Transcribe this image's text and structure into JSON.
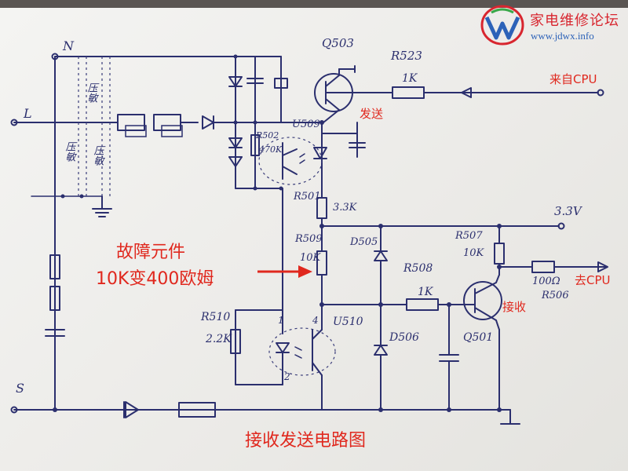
{
  "logo": {
    "site_name": "家电维修论坛",
    "url": "www.jdwx.info"
  },
  "annotations": {
    "from_cpu": "来自CPU",
    "send": "发送",
    "to_cpu": "去CPU",
    "receive": "接收",
    "fault_line1": "故障元件",
    "fault_line2": "10K变400欧姆",
    "caption": "接收发送电路图"
  },
  "labels": {
    "N": "N",
    "L": "L",
    "S": "S",
    "yamin_1": "压敏",
    "yamin_2": "压敏",
    "yamin_3": "压敏",
    "Q503": "Q503",
    "R523": "R523",
    "R523_val": "1K",
    "U509": "U509",
    "R502": "R502",
    "R502_val": "470K",
    "R501": "R501",
    "R501_val": "3.3K",
    "v33": "3.3V",
    "R509": "R509",
    "R509_val": "10K",
    "D505": "D505",
    "R507": "R507",
    "R507_val": "10K",
    "R508": "R508",
    "R508_val": "1K",
    "R506": "R506",
    "R506_val": "100Ω",
    "R510": "R510",
    "R510_val": "2.2K",
    "U510": "U510",
    "D506": "D506",
    "Q501": "Q501",
    "pin1": "1",
    "pin2": "2",
    "pin4": "4"
  }
}
